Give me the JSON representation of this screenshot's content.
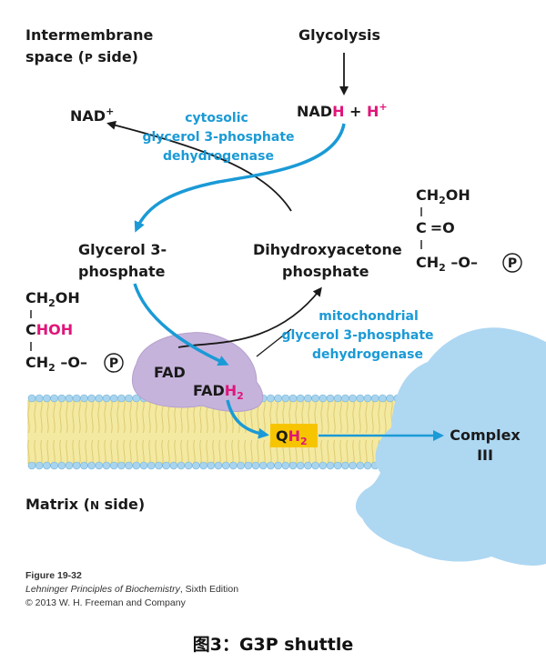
{
  "labels": {
    "intermembrane_1": "Intermembrane",
    "intermembrane_2": "space (",
    "p_letter": "P",
    "intermembrane_3": " side)",
    "glycolysis": "Glycolysis",
    "nad_plus": "NAD",
    "nad_plus_sup": "+",
    "nadh_nad": "NAD",
    "nadh_h": "H",
    "nadh_plus": " + ",
    "nadh_hplus": "H",
    "nadh_hplus_sup": "+",
    "cytosolic_1": "cytosolic",
    "cytosolic_2": "glycerol 3-phosphate",
    "cytosolic_3": "dehydrogenase",
    "g3p_1": "Glycerol 3-",
    "g3p_2": "phosphate",
    "dhap_1": "Dihydroxyacetone",
    "dhap_2": "phosphate",
    "mito_1": "mitochondrial",
    "mito_2": "glycerol 3-phosphate",
    "mito_3": "dehydrogenase",
    "fad": "FAD",
    "fadh_1": "FAD",
    "fadh_h": "H",
    "fadh_sub": "2",
    "qh_q": "Q",
    "qh_h": "H",
    "qh_sub": "2",
    "complex_1": "Complex",
    "complex_2": "III",
    "matrix_1": "Matrix (",
    "n_letter": "N",
    "matrix_2": " side)"
  },
  "structures": {
    "left": {
      "row1": "CH",
      "row1_sub": "2",
      "row1_end": "OH",
      "row2_c": "C",
      "row2_hoh": "HOH",
      "row3": "CH",
      "row3_sub": "2",
      "row3_link": " –O–",
      "phosphate": "P"
    },
    "right": {
      "row1": "CH",
      "row1_sub": "2",
      "row1_end": "OH",
      "row2": "C",
      "row2_bond": "=O",
      "row3": "CH",
      "row3_sub": "2",
      "row3_link": " –O–",
      "phosphate": "P"
    }
  },
  "figure_info": {
    "figure_number": "Figure 19-32",
    "book_title": "Lehninger Principles of Biochemistry",
    "book_edition": ", Sixth Edition",
    "copyright": "© 2013 W. H. Freeman and Company"
  },
  "caption": "图3：G3P shuttle",
  "colors": {
    "blue": "#1a9ad6",
    "magenta": "#e0157a",
    "membrane_bead": "#a9d4ee",
    "membrane_core": "#f4e9a0",
    "enzyme": "#c6b3dc",
    "complex": "#aed7f2",
    "qh2_box": "#f7c500"
  }
}
